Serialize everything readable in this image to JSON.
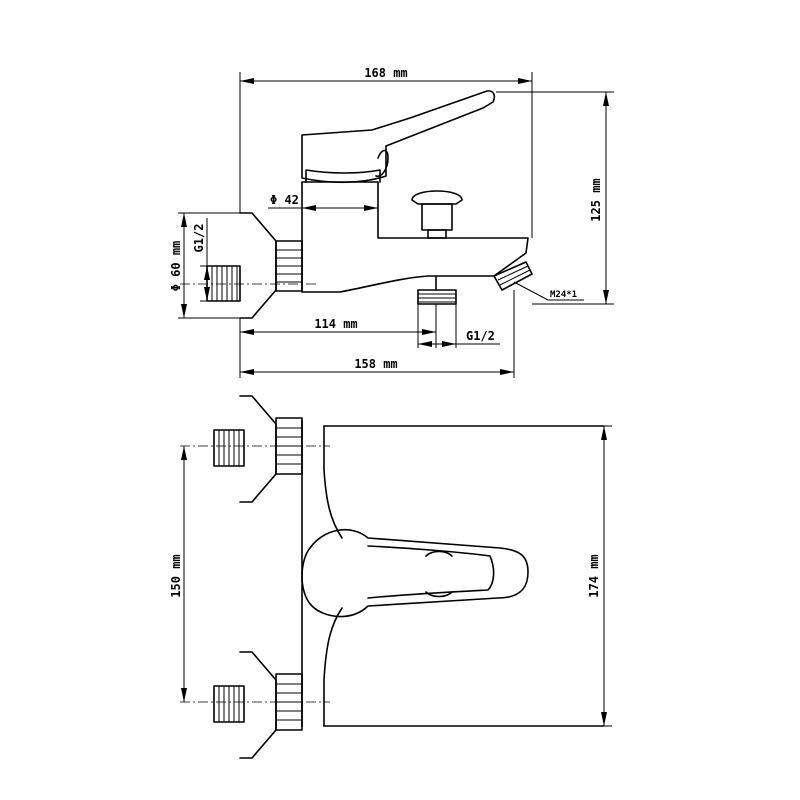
{
  "dimensions": {
    "width_top": "168 mm",
    "height_right": "125 mm",
    "inlet_diameter": "Φ 42",
    "flange_diameter": "Φ 60 mm",
    "thread_left": "G1/2",
    "center_to_outlet": "114 mm",
    "thread_outlet": "G1/2",
    "spout_thread": "M24*1",
    "overall_depth": "158 mm",
    "inlet_spacing": "150 mm",
    "overall_height": "174 mm"
  }
}
